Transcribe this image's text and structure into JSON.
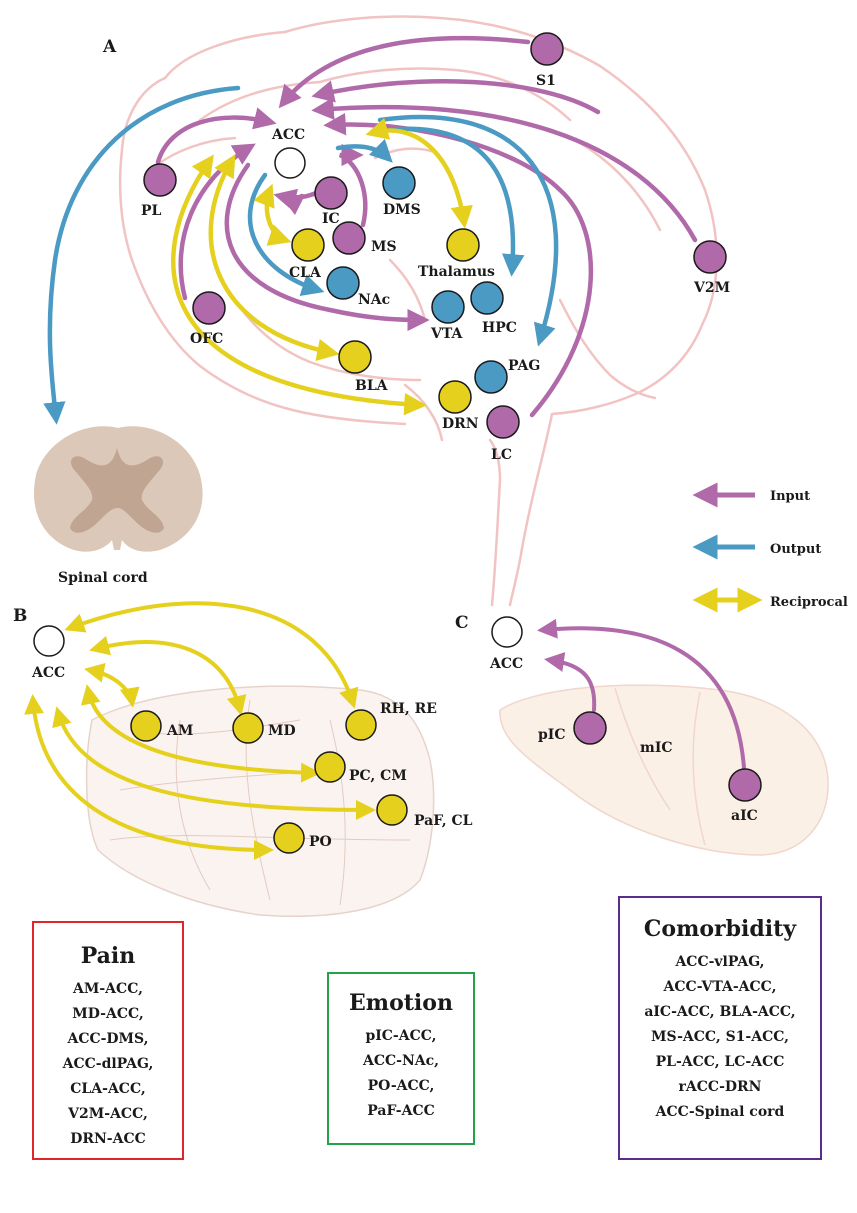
{
  "colors": {
    "input": "#b06aa9",
    "output": "#4a9ac4",
    "reciprocal": "#e6d01e",
    "brain_outline": "#f2c3c3",
    "spinal_outer": "#dcc8b8",
    "spinal_inner": "#c1a593",
    "pain_border": "#e0262b",
    "emotion_border": "#27a04a",
    "comorbidity_border": "#5a2d8a"
  },
  "panels": {
    "a": "A",
    "b": "B",
    "c": "C"
  },
  "panel_a": {
    "nodes": {
      "acc": "ACC",
      "s1": "S1",
      "pl": "PL",
      "ic": "IC",
      "dms": "DMS",
      "ms": "MS",
      "cla": "CLA",
      "thalamus": "Thalamus",
      "nac": "NAc",
      "v2m": "V2M",
      "ofc": "OFC",
      "vta": "VTA",
      "hpc": "HPC",
      "bla": "BLA",
      "pag": "PAG",
      "drn": "DRN",
      "lc": "LC"
    },
    "spinal_cord_label": "Spinal cord"
  },
  "legend": {
    "input": "Input",
    "output": "Output",
    "reciprocal": "Reciprocal"
  },
  "panel_b": {
    "nodes": {
      "acc": "ACC",
      "am": "AM",
      "md": "MD",
      "rh_re": "RH, RE",
      "pc_cm": "PC, CM",
      "paf_cl": "PaF, CL",
      "po": "PO"
    }
  },
  "panel_c": {
    "nodes": {
      "acc": "ACC",
      "pic": "pIC",
      "mic": "mIC",
      "aic": "aIC"
    }
  },
  "boxes": {
    "pain": {
      "title": "Pain",
      "items": [
        "AM-ACC,",
        "MD-ACC,",
        "ACC-DMS,",
        "ACC-dlPAG,",
        "CLA-ACC,",
        "V2M-ACC,",
        "DRN-ACC"
      ]
    },
    "emotion": {
      "title": "Emotion",
      "items": [
        "pIC-ACC,",
        "ACC-NAc,",
        "PO-ACC,",
        "PaF-ACC"
      ]
    },
    "comorbidity": {
      "title": "Comorbidity",
      "items": [
        "ACC-vlPAG,",
        "ACC-VTA-ACC,",
        "aIC-ACC, BLA-ACC,",
        "MS-ACC, S1-ACC,",
        "PL-ACC,  LC-ACC",
        "rACC-DRN",
        "ACC-Spinal cord"
      ]
    }
  }
}
